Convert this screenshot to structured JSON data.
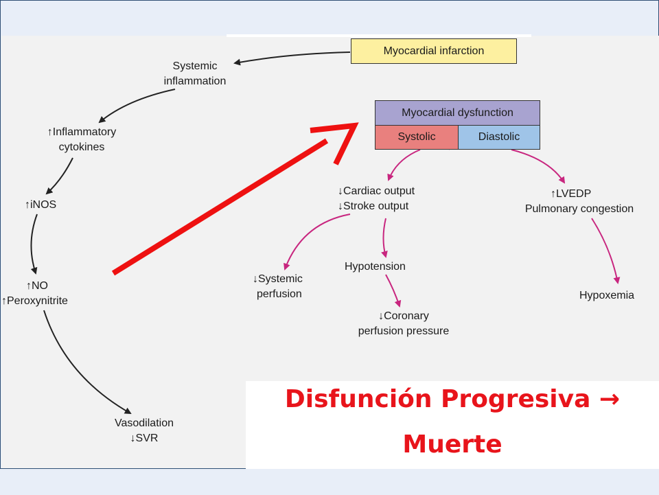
{
  "diagram": {
    "boxes": {
      "myocardial_infarction": "Myocardial infarction",
      "myocardial_dysfunction": "Myocardial dysfunction",
      "systolic": "Systolic",
      "diastolic": "Diastolic"
    },
    "left_chain": {
      "systemic_inflammation": [
        "Systemic",
        "inflammation"
      ],
      "inflammatory_cytokines": [
        "↑Inflammatory",
        "cytokines"
      ],
      "inos": "↑iNOS",
      "no_peroxynitrite": [
        "↑NO",
        "↑Peroxynitrite"
      ],
      "vasodilation_svr": [
        "Vasodilation",
        "↓SVR"
      ]
    },
    "right_tree": {
      "cardiac_stroke": [
        "↓Cardiac output",
        "↓Stroke output"
      ],
      "systemic_perfusion": [
        "↓Systemic",
        "perfusion"
      ],
      "hypotension": "Hypotension",
      "coronary": [
        "↓Coronary",
        "perfusion pressure"
      ],
      "lvedp": [
        "↑LVEDP",
        "Pulmonary congestion"
      ],
      "hypoxemia": "Hypoxemia"
    },
    "colors": {
      "infarction_fill": "#fdf0a0",
      "dysfunction_fill": "#a8a3d0",
      "systolic_fill": "#e9807e",
      "diastolic_fill": "#9fc4e8",
      "magenta_arrow": "#c8267f",
      "black_arrow": "#222222",
      "red_arrow": "#ee1111",
      "title_red": "#e8141b"
    }
  },
  "caption": {
    "line1": "Disfunción Progresiva ",
    "arrow_glyph": "→",
    "line2": "Muerte"
  }
}
